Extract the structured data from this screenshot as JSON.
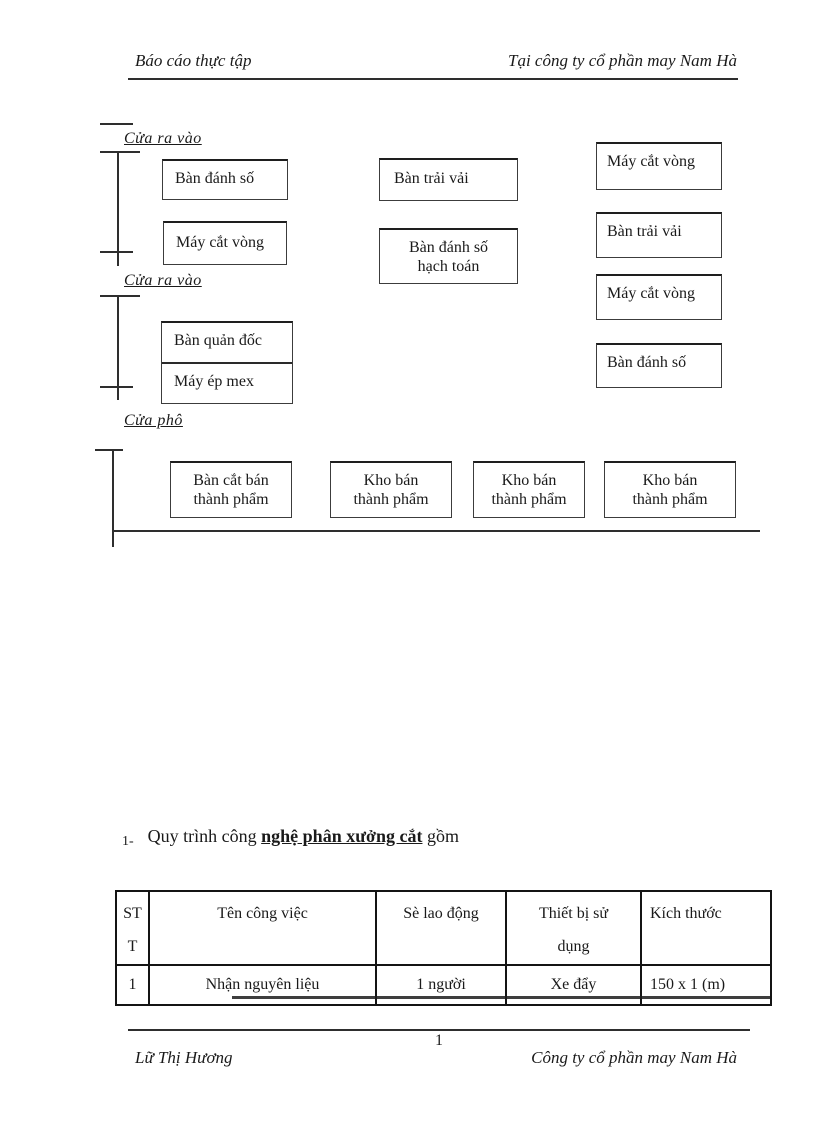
{
  "header": {
    "left": "Báo cáo thực tập",
    "right": "Tại công ty cổ phần may Nam Hà"
  },
  "diagram": {
    "door_labels": [
      "Cửa ra vào",
      "Cửa ra vào",
      "Cửa phô"
    ],
    "left_boxes": [
      "Bàn đánh số",
      "Máy cắt vòng"
    ],
    "middle_boxes": [
      "Bàn trải vải",
      "Bàn đánh số\nhạch toán"
    ],
    "right_boxes": [
      "Máy cắt vòng",
      "Bàn trải vải",
      "Máy cắt vòng",
      "Bàn đánh số"
    ],
    "office_box": [
      "Bàn quản đốc",
      "Máy ép mex"
    ],
    "bottom_boxes": [
      "Bàn cắt bán\nthành phẩm",
      "Kho bán\nthành phẩm",
      "Kho bán\nthành phẩm",
      "Kho bán\nthành phẩm"
    ]
  },
  "section": {
    "marker": "1-",
    "text_pre": "Quy trình công ",
    "text_emphasis": "nghệ phân xưởng cắt",
    "text_post": " gồm"
  },
  "table": {
    "columns": [
      "ST\nT",
      "Tên công việc",
      "Sè lao động",
      "Thiết bị sử\ndụng",
      "Kích thước"
    ],
    "rows": [
      [
        "1",
        "Nhận nguyên liệu",
        "1 người",
        "Xe đẩy",
        "150 x 1 (m)"
      ]
    ]
  },
  "footer": {
    "page_number": "1",
    "left": "Lữ Thị Hương",
    "right": "Công ty cổ phần may Nam Hà"
  }
}
